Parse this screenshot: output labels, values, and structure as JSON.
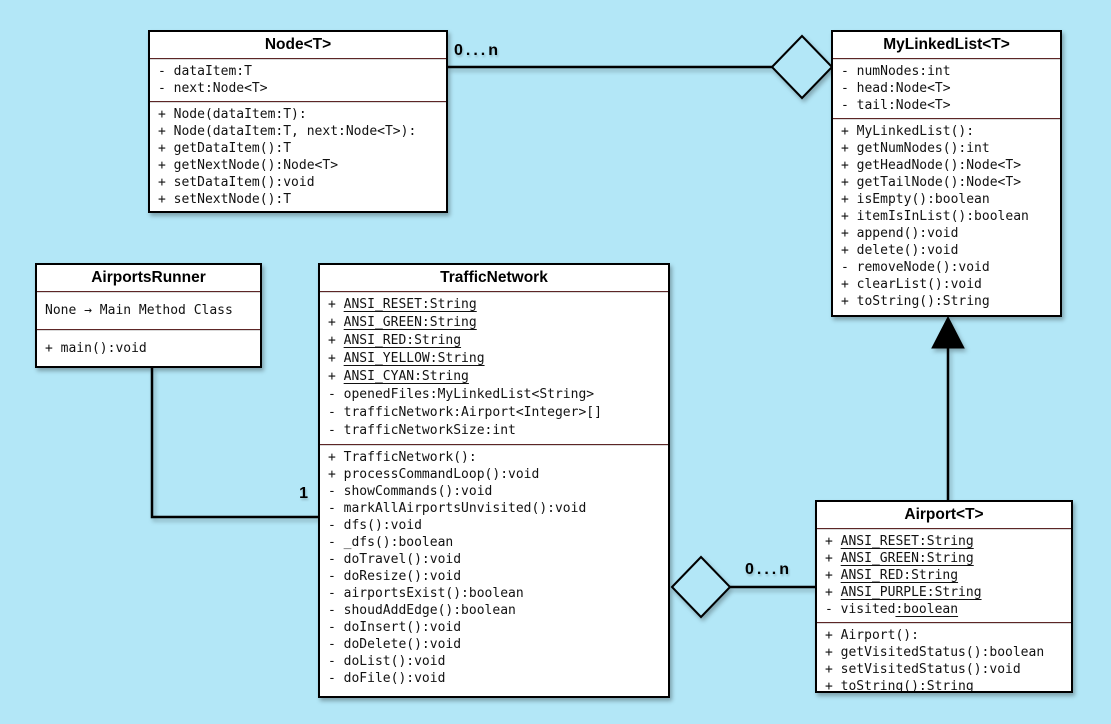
{
  "diagram_title": "Airports Traffic Network UML Class Diagram",
  "colors": {
    "background": "#b3e7f7",
    "box_fill": "#ffffff",
    "box_border": "#000000",
    "separator": "#5d2626",
    "text": "#111111"
  },
  "classes": [
    {
      "title": "Node<T>",
      "attributes": [
        {
          "p": "-",
          "t": "dataItem:T",
          "u": ""
        },
        {
          "p": "-",
          "t": "next:Node<T>",
          "u": ""
        }
      ],
      "methods": [
        {
          "p": "+",
          "t": "Node(dataItem:T):",
          "u": ""
        },
        {
          "p": "+",
          "t": "Node(dataItem:T, next:Node<T>):",
          "u": ""
        },
        {
          "p": "+",
          "t": "getDataItem():T",
          "u": ""
        },
        {
          "p": "+",
          "t": "getNextNode():Node<T>",
          "u": ""
        },
        {
          "p": "+",
          "t": "setDataItem():void",
          "u": ""
        },
        {
          "p": "+",
          "t": "setNextNode():T",
          "u": ""
        }
      ]
    },
    {
      "title": "MyLinkedList<T>",
      "attributes": [
        {
          "p": "-",
          "t": "numNodes:int",
          "u": ""
        },
        {
          "p": "-",
          "t": "head:Node<T>",
          "u": ""
        },
        {
          "p": "-",
          "t": "tail:Node<T>",
          "u": ""
        }
      ],
      "methods": [
        {
          "p": "+",
          "t": "MyLinkedList():",
          "u": ""
        },
        {
          "p": "+",
          "t": "getNumNodes():int",
          "u": ""
        },
        {
          "p": "+",
          "t": "getHeadNode():Node<T>",
          "u": ""
        },
        {
          "p": "+",
          "t": "getTailNode():Node<T>",
          "u": ""
        },
        {
          "p": "+",
          "t": "isEmpty():boolean",
          "u": ""
        },
        {
          "p": "+",
          "t": "itemIsInList():boolean",
          "u": ""
        },
        {
          "p": "+",
          "t": "append():void",
          "u": ""
        },
        {
          "p": "+",
          "t": "delete():void",
          "u": ""
        },
        {
          "p": "-",
          "t": "removeNode():void",
          "u": ""
        },
        {
          "p": "+",
          "t": "clearList():void",
          "u": ""
        },
        {
          "p": "+",
          "t": "toString():String",
          "u": ""
        }
      ]
    },
    {
      "title": "AirportsRunner",
      "attributes": [
        {
          "p": "",
          "t": "None → Main Method Class",
          "u": ""
        }
      ],
      "methods": [
        {
          "p": "+",
          "t": "main():void",
          "u": ""
        }
      ]
    },
    {
      "title": "TrafficNetwork",
      "attributes": [
        {
          "p": "+",
          "t": "",
          "u": "ANSI_RESET:String"
        },
        {
          "p": "+",
          "t": "",
          "u": "ANSI_GREEN:String"
        },
        {
          "p": "+",
          "t": "",
          "u": "ANSI_RED:String"
        },
        {
          "p": "+",
          "t": "",
          "u": "ANSI_YELLOW:String"
        },
        {
          "p": "+",
          "t": "",
          "u": "ANSI_CYAN:String"
        },
        {
          "p": "-",
          "t": "openedFiles:MyLinkedList<String>",
          "u": ""
        },
        {
          "p": "-",
          "t": "trafficNetwork:Airport<Integer>[]",
          "u": ""
        },
        {
          "p": "-",
          "t": "trafficNetworkSize:int",
          "u": ""
        }
      ],
      "methods": [
        {
          "p": "+",
          "t": "TrafficNetwork():",
          "u": ""
        },
        {
          "p": "+",
          "t": "processCommandLoop():void",
          "u": ""
        },
        {
          "p": "-",
          "t": "showCommands():void",
          "u": ""
        },
        {
          "p": "-",
          "t": "markAllAirportsUnvisited():void",
          "u": ""
        },
        {
          "p": "-",
          "t": "dfs():void",
          "u": ""
        },
        {
          "p": "-",
          "t": "_dfs():boolean",
          "u": ""
        },
        {
          "p": "-",
          "t": "doTravel():void",
          "u": ""
        },
        {
          "p": "-",
          "t": "doResize():void",
          "u": ""
        },
        {
          "p": "-",
          "t": "airportsExist():boolean",
          "u": ""
        },
        {
          "p": "-",
          "t": "shoudAddEdge():boolean",
          "u": ""
        },
        {
          "p": "-",
          "t": "doInsert():void",
          "u": ""
        },
        {
          "p": "-",
          "t": "doDelete():void",
          "u": ""
        },
        {
          "p": "-",
          "t": "doList():void",
          "u": ""
        },
        {
          "p": "-",
          "t": "doFile():void",
          "u": ""
        }
      ]
    },
    {
      "title": "Airport<T>",
      "attributes": [
        {
          "p": "+",
          "t": "",
          "u": "ANSI_RESET:String"
        },
        {
          "p": "+",
          "t": "",
          "u": "ANSI_GREEN:String"
        },
        {
          "p": "+",
          "t": "",
          "u": "ANSI_RED:String"
        },
        {
          "p": "+",
          "t": "",
          "u": "ANSI_PURPLE:String"
        },
        {
          "p": "-",
          "t": "visited",
          "u": ":boolean"
        }
      ],
      "methods": [
        {
          "p": "+",
          "t": "Airport():",
          "u": ""
        },
        {
          "p": "+",
          "t": "getVisitedStatus():boolean",
          "u": ""
        },
        {
          "p": "+",
          "t": "setVisitedStatus():void",
          "u": ""
        },
        {
          "p": "+",
          "t": "toString():String",
          "u": ""
        }
      ]
    }
  ],
  "connections": [
    {
      "from": "Node<T>",
      "to": "MyLinkedList<T>",
      "type": "aggregation",
      "label": "0...n"
    },
    {
      "from": "AirportsRunner",
      "to": "TrafficNetwork",
      "type": "association",
      "label": "1"
    },
    {
      "from": "Airport<T>",
      "to": "TrafficNetwork",
      "type": "aggregation",
      "label": "0...n"
    },
    {
      "from": "Airport<T>",
      "to": "MyLinkedList<T>",
      "type": "inheritance",
      "label": ""
    }
  ]
}
